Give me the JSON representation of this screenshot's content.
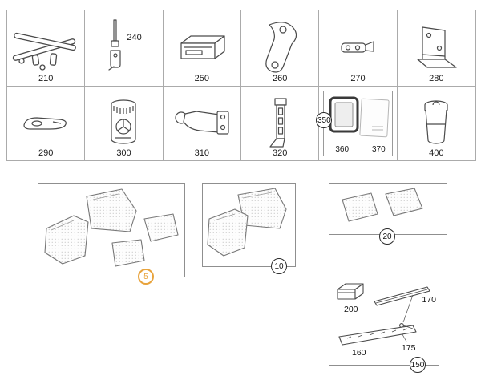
{
  "colors": {
    "highlight": "#E8A33C",
    "grid_line": "#ABABAB",
    "drawing_stroke": "#4A4A4A"
  },
  "grid": {
    "row1": [
      {
        "label": "210",
        "icon": "ski-rack-icon"
      },
      {
        "label": "240",
        "icon": "antenna-icon"
      },
      {
        "label": "250",
        "icon": "control-unit-icon"
      },
      {
        "label": "260",
        "icon": "curved-bracket-icon"
      },
      {
        "label": "270",
        "icon": "clamp-icon"
      },
      {
        "label": "280",
        "icon": "mounting-bracket-icon"
      }
    ],
    "row2": [
      {
        "label": "290",
        "icon": "cover-trim-icon"
      },
      {
        "label": "300",
        "icon": "paint-can-icon"
      },
      {
        "label": "310",
        "icon": "tow-hitch-icon"
      },
      {
        "label": "320",
        "icon": "rail-bracket-icon"
      },
      {
        "label": "350",
        "icon": "frame-card-group-icon",
        "sub_items": [
          {
            "label": "360",
            "icon": "frame-icon"
          },
          {
            "label": "370",
            "icon": "document-card-icon"
          }
        ]
      },
      {
        "label": "400",
        "icon": "litter-cup-icon"
      }
    ]
  },
  "groups": [
    {
      "badge": "5",
      "highlighted": true,
      "icon": "floor-mat-set-4pc-icon"
    },
    {
      "badge": "10",
      "highlighted": false,
      "icon": "floor-mat-set-front-icon"
    },
    {
      "badge": "20",
      "highlighted": false,
      "icon": "floor-mat-set-rear-icon"
    },
    {
      "badge": "150",
      "highlighted": false,
      "icon": "trim-kit-icon",
      "items": [
        {
          "label": "200",
          "icon": "storage-box-icon"
        },
        {
          "label": "170",
          "icon": "trim-strip-icon"
        },
        {
          "label": "160",
          "icon": "sill-plate-icon"
        },
        {
          "label": "175",
          "icon": "screw-clip-icon"
        }
      ]
    }
  ]
}
